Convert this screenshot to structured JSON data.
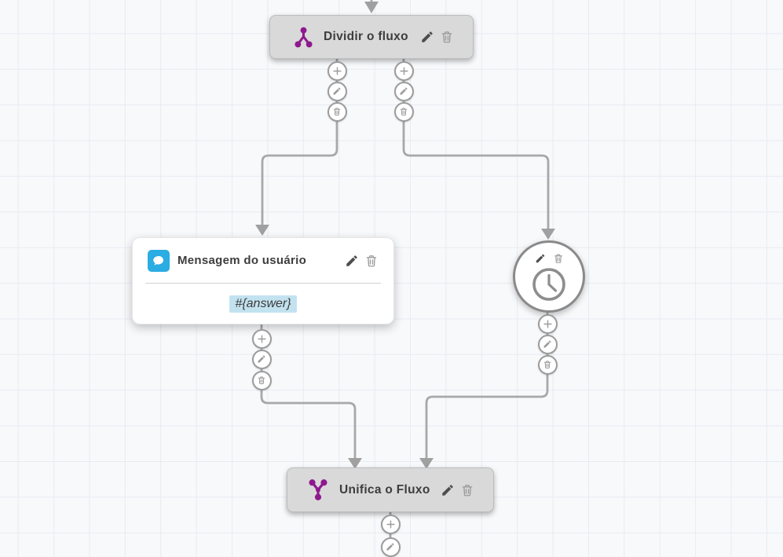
{
  "canvas": {
    "background_color": "#f8f9fb",
    "grid_line_color": "#e8ebf3",
    "connector_color": "#a8a8a8"
  },
  "nodes": {
    "split": {
      "title": "Dividir o fluxo",
      "icon": "split-flow-icon",
      "icon_color": "#8e198e",
      "actions": [
        "edit",
        "delete"
      ]
    },
    "user_message": {
      "title": "Mensagem do usuário",
      "icon": "chat-bubble-icon",
      "icon_color": "#2bace2",
      "body_text": "#{answer}",
      "body_highlight_color": "#c3e2f0",
      "actions": [
        "edit",
        "delete"
      ]
    },
    "timer": {
      "icon": "clock-icon",
      "actions": [
        "edit",
        "delete"
      ]
    },
    "merge": {
      "title": "Unifica o Fluxo",
      "icon": "merge-flow-icon",
      "icon_color": "#8e198e",
      "actions": [
        "edit",
        "delete"
      ]
    }
  },
  "connector_buttons": {
    "items": [
      "add",
      "edit",
      "delete"
    ]
  }
}
